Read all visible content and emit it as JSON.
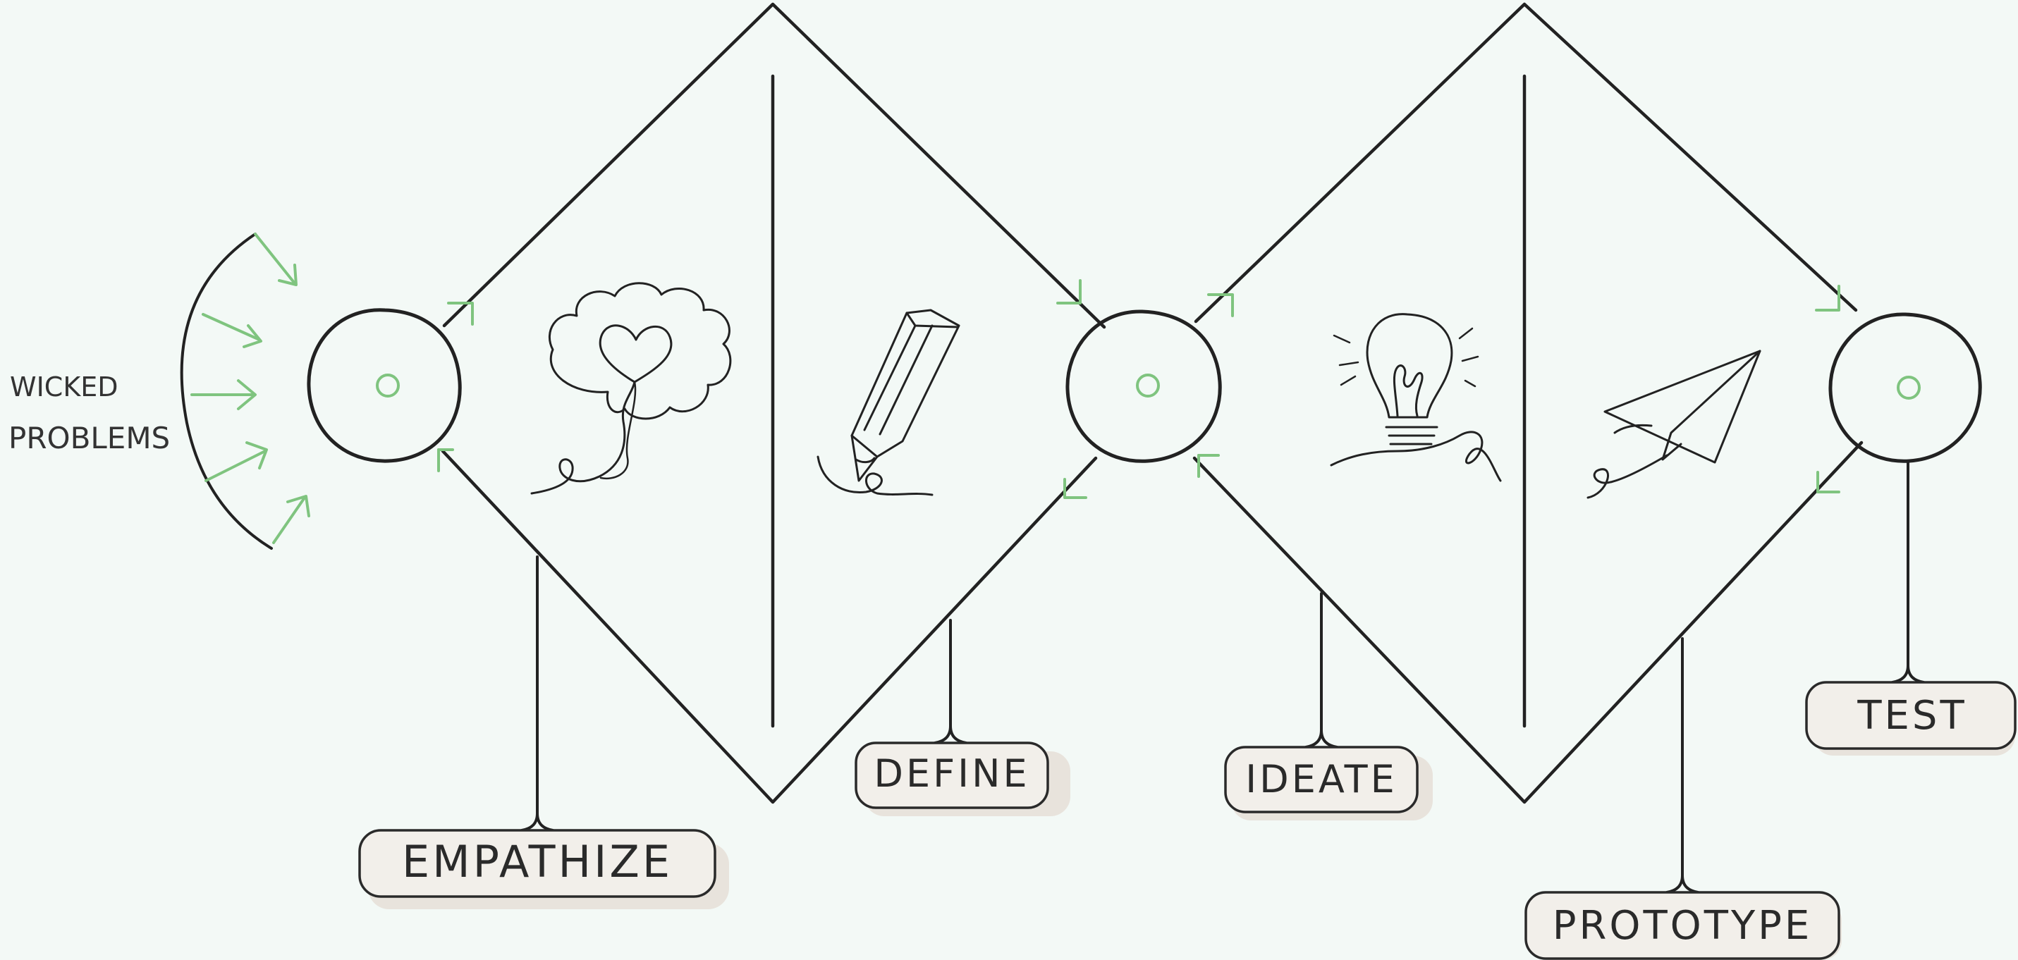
{
  "input_label": {
    "line1": "WICKED",
    "line2": "PROBLEMS"
  },
  "stages": [
    {
      "key": "empathize",
      "label": "EMPATHIZE",
      "icon": "brain-heart-icon"
    },
    {
      "key": "define",
      "label": "DEFINE",
      "icon": "pencil-icon"
    },
    {
      "key": "ideate",
      "label": "IDEATE",
      "icon": "lightbulb-icon"
    },
    {
      "key": "prototype",
      "label": "PROTOTYPE",
      "icon": "paper-plane-icon"
    },
    {
      "key": "test",
      "label": "TEST",
      "icon": "circle-node-icon"
    }
  ],
  "colors": {
    "background": "#f3f9f6",
    "ink": "#222222",
    "accent_green": "#7fc47f",
    "label_fill": "#f2efea"
  }
}
